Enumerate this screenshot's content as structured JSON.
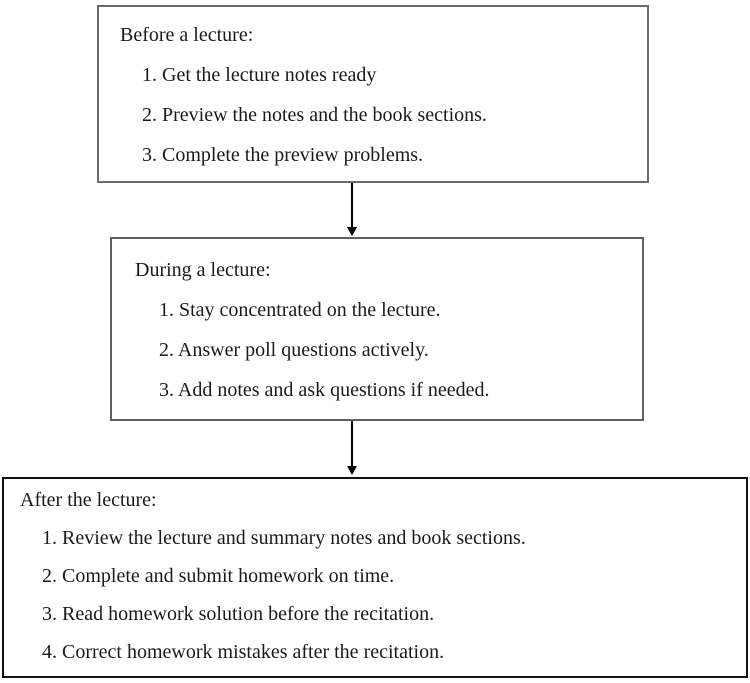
{
  "diagram": {
    "type": "flowchart",
    "boxes": [
      {
        "id": "before-lecture",
        "heading": "Before a lecture:",
        "items": [
          "1. Get the lecture notes ready",
          "2. Preview the notes and the book sections.",
          "3. Complete the preview problems."
        ]
      },
      {
        "id": "during-lecture",
        "heading": "During a lecture:",
        "items": [
          "1. Stay concentrated on the lecture.",
          "2. Answer poll questions actively.",
          "3. Add notes and ask questions if needed."
        ]
      },
      {
        "id": "after-lecture",
        "heading": "After the lecture:",
        "items": [
          "1. Review the lecture and summary notes and book sections.",
          "2. Complete and submit homework on time.",
          "3. Read homework solution before the recitation.",
          "4. Correct homework mistakes after the recitation."
        ]
      }
    ],
    "connectors": [
      {
        "from": "before-lecture",
        "to": "during-lecture",
        "type": "arrow-down"
      },
      {
        "from": "during-lecture",
        "to": "after-lecture",
        "type": "arrow-down"
      }
    ],
    "colors": {
      "background": "#ffffff",
      "box_border_gray": "#6b6b6b",
      "box_border_dark": "#111111",
      "text": "#1a1a1a",
      "arrow": "#000000"
    }
  }
}
